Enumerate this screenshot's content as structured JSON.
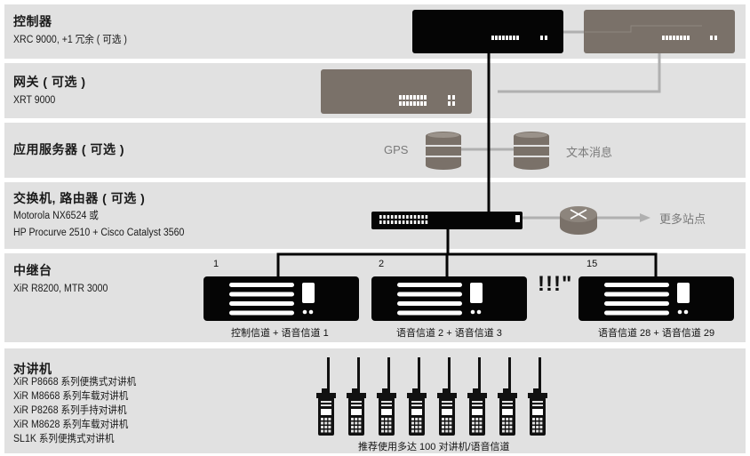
{
  "rows": [
    {
      "title": "控制器",
      "subtitle_lines": [
        "XRC 9000, +1 冗余 ( 可选 )"
      ]
    },
    {
      "title": "网关 ( 可选 )",
      "subtitle_lines": [
        "XRT 9000"
      ]
    },
    {
      "title": "应用服务器 ( 可选 )",
      "subtitle_lines": []
    },
    {
      "title": "交换机, 路由器 ( 可选 )",
      "subtitle_lines": [
        "Motorola NX6524 或",
        "HP Procurve 2510 + Cisco Catalyst 3560"
      ]
    },
    {
      "title": "中继台",
      "subtitle_lines": [
        "XiR R8200, MTR 3000"
      ]
    },
    {
      "title": "对讲机",
      "subtitle_lines": [
        "XiR P8668 系列便携式对讲机",
        "XiR M8668 系列车载对讲机",
        "XiR P8268 系列手持对讲机",
        "XiR M8628 系列车载对讲机",
        "SL1K 系列便携式对讲机"
      ]
    }
  ],
  "servers": {
    "left_label": "GPS",
    "right_label": "文本消息"
  },
  "router": {
    "label": "更多站点"
  },
  "repeaters": [
    {
      "number": "1",
      "caption": "控制信道 + 语音信道 1"
    },
    {
      "number": "2",
      "caption": "语音信道 2 + 语音信道 3"
    },
    {
      "number": "15",
      "caption": "语音信道 28 + 语音信道 29"
    }
  ],
  "ellipsis_glyph": "!!!\"",
  "radios": {
    "count": 8,
    "caption": "推荐使用多达 100 对讲机/语音信道"
  },
  "colors": {
    "row_bg": "#e1e1e1",
    "primary_device": "#050505",
    "secondary_device": "#7a7169",
    "link_grey": "#b0b0b0",
    "text_grey": "#7a7a7a"
  }
}
